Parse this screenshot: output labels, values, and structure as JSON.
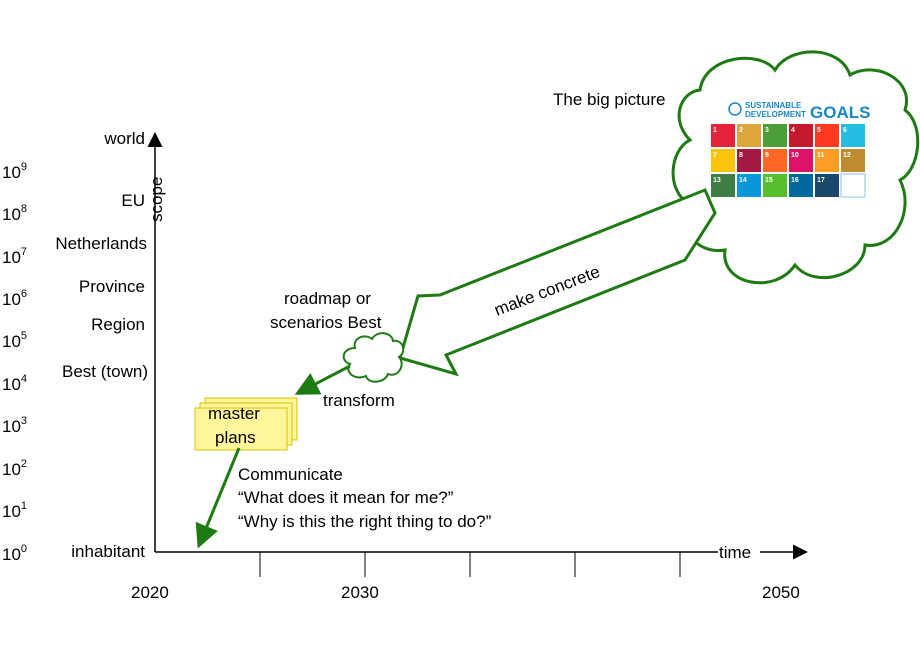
{
  "axes": {
    "y_label": "scope",
    "x_label": "time",
    "y_levels": [
      {
        "label": "world",
        "power": ""
      },
      {
        "label": "EU",
        "power": "8"
      },
      {
        "label": "Netherlands",
        "power": "7"
      },
      {
        "label": "Province",
        "power": "6"
      },
      {
        "label": "Region",
        "power": "5"
      },
      {
        "label": "Best (town)",
        "power": "4"
      },
      {
        "label": "",
        "power": "3"
      },
      {
        "label": "",
        "power": "2"
      },
      {
        "label": "",
        "power": "1"
      },
      {
        "label": "inhabitant",
        "power": "0"
      }
    ],
    "y_exponents": [
      "9",
      "8",
      "7",
      "6",
      "5",
      "4",
      "3",
      "2",
      "1",
      "0"
    ],
    "y_base": "10",
    "x_ticks": [
      "2020",
      "2030",
      "2050"
    ]
  },
  "big_picture": {
    "label": "The big picture",
    "sdg_header_line1": "SUSTAINABLE",
    "sdg_header_line2": "DEVELOPMENT",
    "sdg_goals_word": "GOALS",
    "sdg_colors": [
      "#e5243b",
      "#dda63a",
      "#4c9f38",
      "#c5192d",
      "#ff3a21",
      "#26bde2",
      "#fcc30b",
      "#a21942",
      "#fd6925",
      "#dd1367",
      "#fd9d24",
      "#bf8b2e",
      "#3f7e44",
      "#0a97d9",
      "#56c02b",
      "#00689d",
      "#19486a",
      "#ffffff"
    ],
    "sdg_numbers": [
      "1",
      "2",
      "3",
      "4",
      "5",
      "6",
      "7",
      "8",
      "9",
      "10",
      "11",
      "12",
      "13",
      "14",
      "15",
      "16",
      "17",
      ""
    ]
  },
  "arrow_make_concrete": {
    "label": "make concrete"
  },
  "roadmap": {
    "line1": "roadmap or",
    "line2": "scenarios Best"
  },
  "transform": {
    "label": "transform"
  },
  "master_plans": {
    "line1": "master",
    "line2": "plans"
  },
  "communicate": {
    "line1": "Communicate",
    "line2": "“What does it mean for me?”",
    "line3": "“Why is this the right thing to do?”"
  },
  "colors": {
    "green": "#1e7a12",
    "note_yellow": "#fff59a",
    "note_border": "#d4c400"
  }
}
